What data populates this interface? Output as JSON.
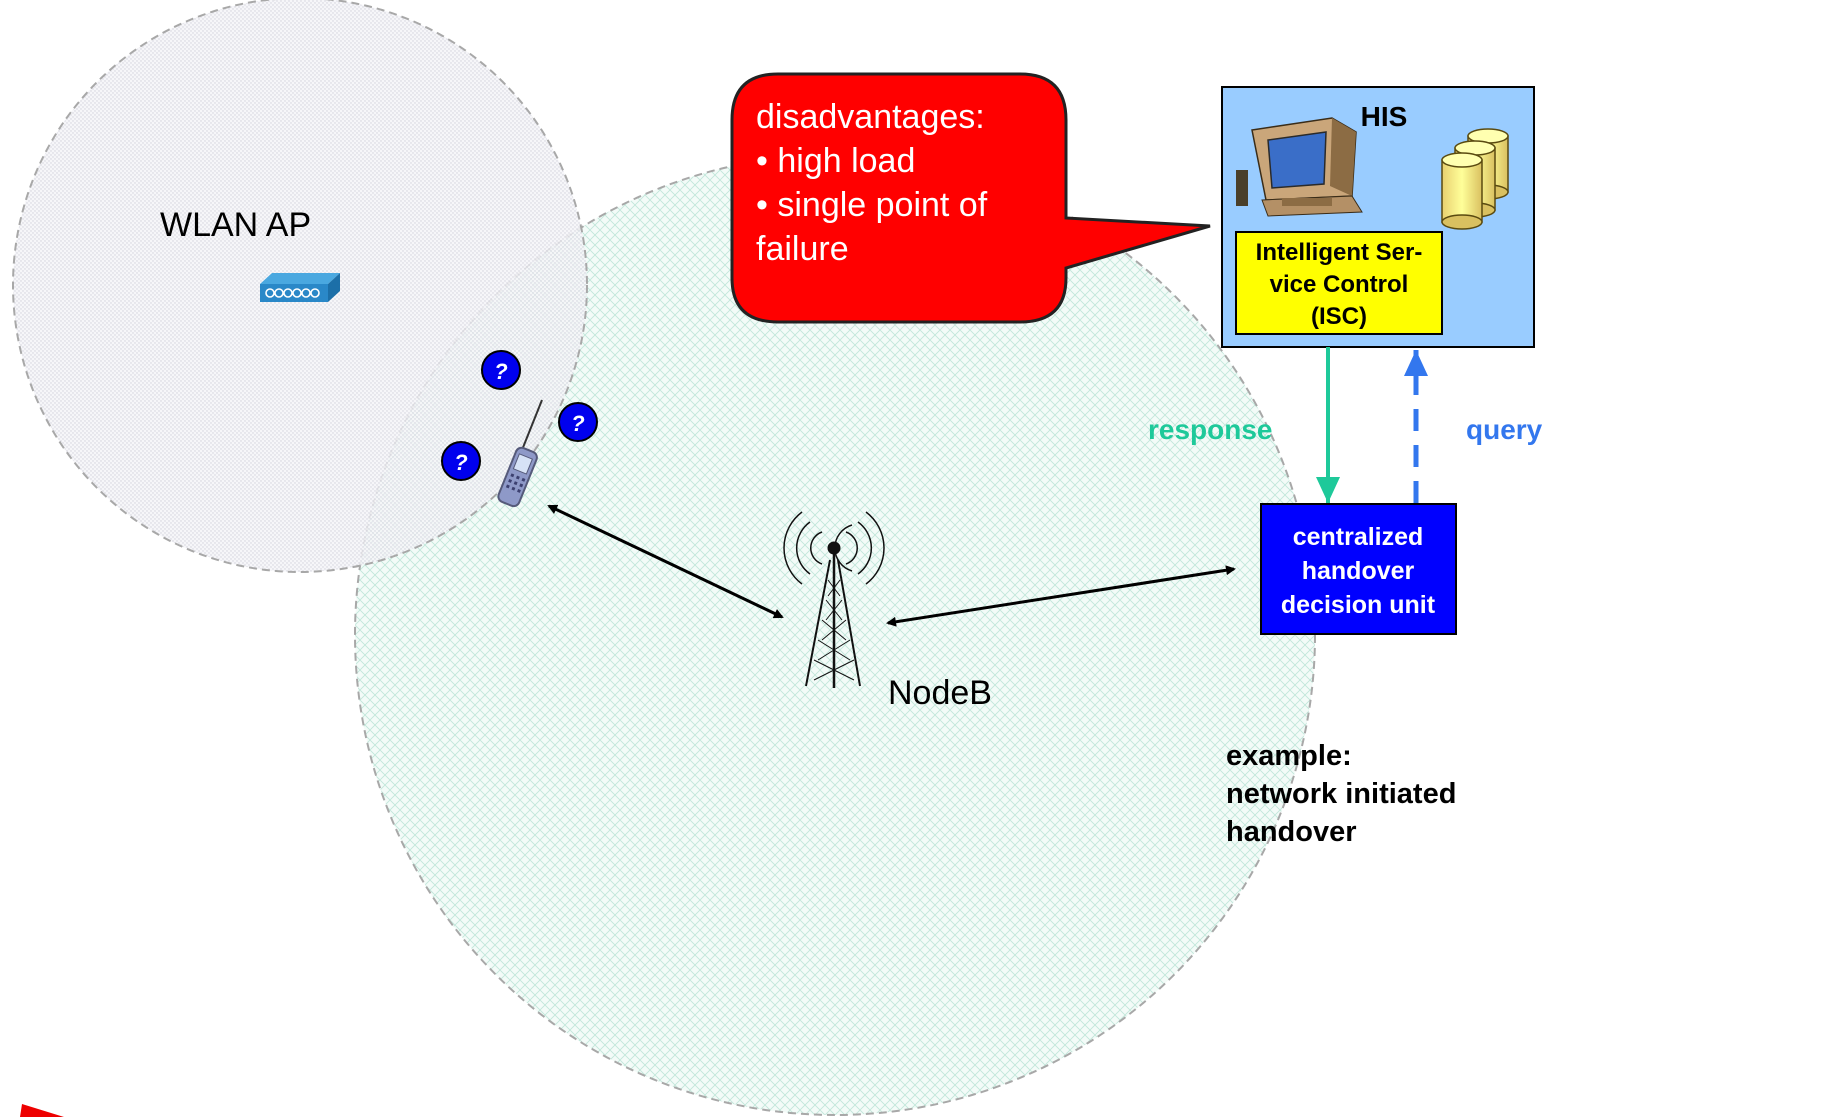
{
  "wlan_label": "WLAN AP",
  "nodeb_label": "NodeB",
  "callout": {
    "title": "disadvantages:",
    "lines": [
      "• high load",
      "• single point of",
      "failure"
    ]
  },
  "his": {
    "title": "HIS",
    "isc_lines": [
      "Intelligent Ser-",
      "vice Control",
      "(ISC)"
    ]
  },
  "decision_unit_lines": [
    "centralized",
    "handover",
    "decision unit"
  ],
  "response_label": "response",
  "query_label": "query",
  "example_lines": [
    "example:",
    "network initiated",
    "handover"
  ],
  "question_mark": "?",
  "colors": {
    "callout_fill": "#ff0000",
    "his_fill": "#99ccff",
    "isc_fill": "#ffff00",
    "decision_fill": "#0000ff",
    "response": "#1ec99a",
    "query": "#3377ee"
  }
}
